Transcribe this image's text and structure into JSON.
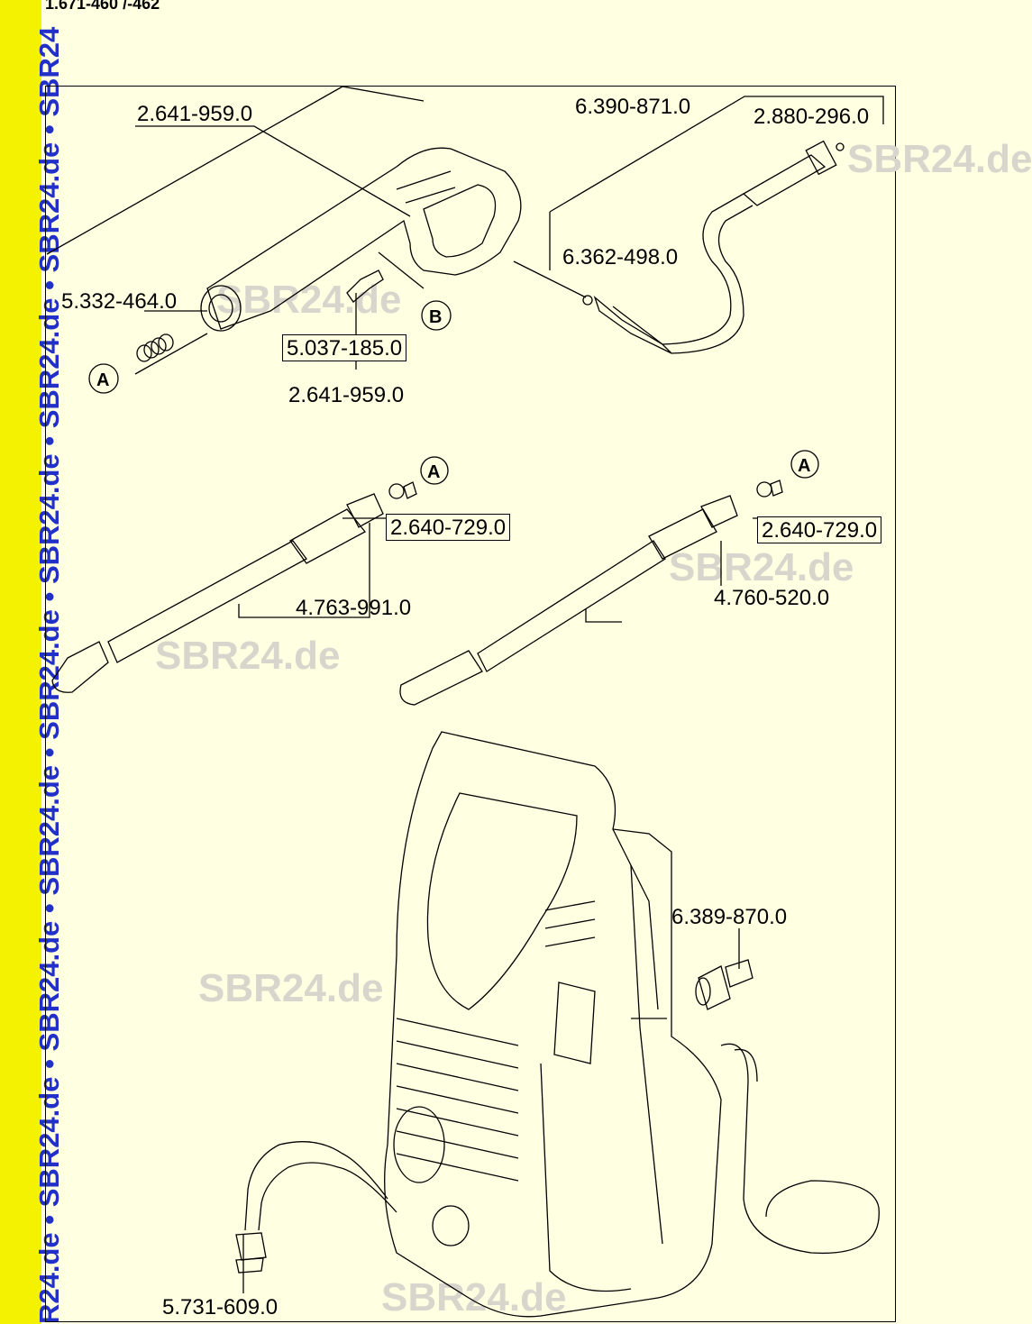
{
  "doc_number": "1.671-460 /-462",
  "sidebar_text": "R24.de • SBR24.de • SBR24.de • SBR24.de • SBR24.de • SBR24.de • SBR24.de • SBR24.de • SBR24",
  "watermark": "SBR24.de",
  "callouts": {
    "a": "A",
    "b": "B"
  },
  "parts": {
    "gun_top": "2.641-959.0",
    "hose": "6.390-871.0",
    "nut": "2.880-296.0",
    "oring_hose": "6.362-498.0",
    "spring_ring": "5.332-464.0",
    "clip_box": "5.037-185.0",
    "gun_bottom": "2.641-959.0",
    "nozzle_left": "2.640-729.0",
    "lance_left": "4.763-991.0",
    "nozzle_right": "2.640-729.0",
    "lance_right": "4.760-520.0",
    "coupling": "6.389-870.0",
    "filter": "5.731-609.0"
  }
}
